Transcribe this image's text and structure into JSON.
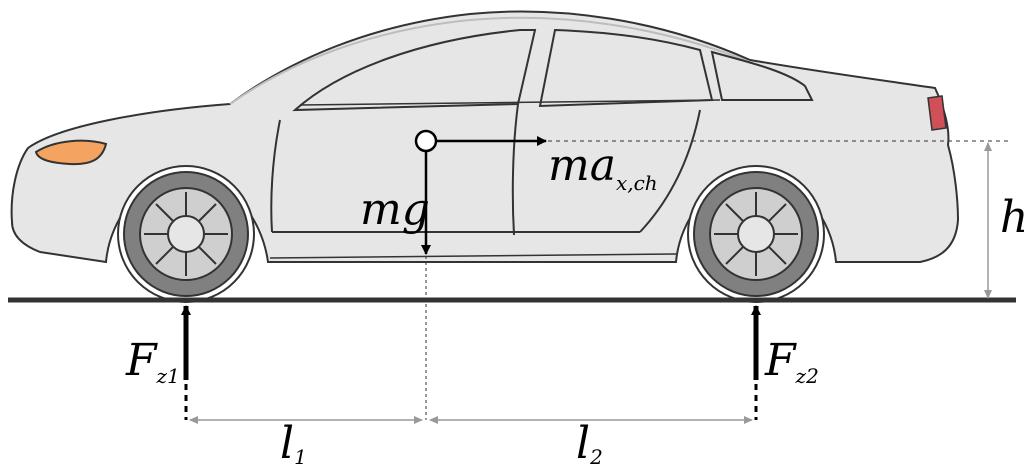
{
  "labels": {
    "weight_main": "mg",
    "inertial_main": "ma",
    "inertial_sub": "x,ch",
    "height": "h",
    "front_force_main": "F",
    "front_force_sub": "z1",
    "rear_force_main": "F",
    "rear_force_sub": "z2",
    "front_dist_main": "l",
    "front_dist_sub": "1",
    "rear_dist_main": "l",
    "rear_dist_sub": "2"
  },
  "colors": {
    "body": "#e6e6e6",
    "outline": "#333333",
    "tire": "#808080",
    "rim": "#cfcfcf",
    "ground": "#333333",
    "dimension": "#999999",
    "headlight": "#f4a460",
    "taillight": "#d0505a"
  }
}
